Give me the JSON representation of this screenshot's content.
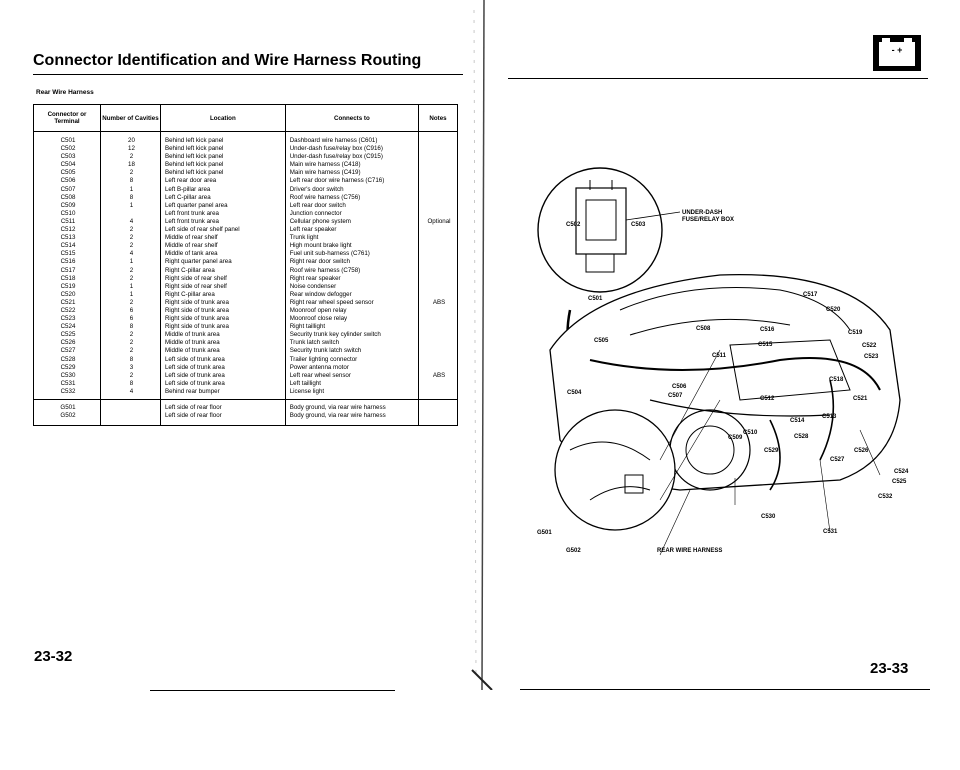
{
  "header": {
    "title": "Connector Identification and Wire Harness Routing",
    "subtitle": "Rear Wire Harness"
  },
  "table": {
    "headers": [
      "Connector or Terminal",
      "Number of Cavities",
      "Location",
      "Connects to",
      "Notes"
    ],
    "group1": {
      "connectors": [
        "C501",
        "C502",
        "C503",
        "C504",
        "C505",
        "C506",
        "C507",
        "C508",
        "C509",
        "C510",
        "C511",
        "C512",
        "C513",
        "C514",
        "C515",
        "C516",
        "C517",
        "C518",
        "C519",
        "C520",
        "C521",
        "C522",
        "C523",
        "C524",
        "C525",
        "C526",
        "C527",
        "C528",
        "C529",
        "C530",
        "C531",
        "C532"
      ],
      "cavities": [
        "20",
        "12",
        "2",
        "18",
        "2",
        "8",
        "1",
        "8",
        "1",
        "",
        "4",
        "2",
        "2",
        "2",
        "4",
        "1",
        "2",
        "2",
        "1",
        "1",
        "2",
        "6",
        "6",
        "8",
        "2",
        "2",
        "2",
        "8",
        "3",
        "2",
        "8",
        "4"
      ],
      "locations": [
        "Behind left kick panel",
        "Behind left kick panel",
        "Behind left kick panel",
        "Behind left kick panel",
        "Behind left kick panel",
        "Left rear door area",
        "Left B-pillar area",
        "Left C-pillar area",
        "Left quarter panel area",
        "Left front trunk area",
        "Left front trunk area",
        "Left side of rear shelf panel",
        "Middle of rear shelf",
        "Middle of rear shelf",
        "Middle of tank area",
        "Right quarter panel area",
        "Right C-pillar area",
        "Right side of rear shelf",
        "Right side of rear shelf",
        "Right C-pillar area",
        "Right side of trunk area",
        "Right side of trunk area",
        "Right side of trunk area",
        "Right side of trunk area",
        "Middle of trunk area",
        "Middle of trunk area",
        "Middle of trunk area",
        "Left side of trunk area",
        "Left side of trunk area",
        "Left side of trunk area",
        "Left side of trunk area",
        "Behind rear bumper"
      ],
      "connects": [
        "Dashboard wire harness (C601)",
        "Under-dash fuse/relay box (C916)",
        "Under-dash fuse/relay box (C915)",
        "Main wire harness (C418)",
        "Main wire harness (C419)",
        "Left rear door wire harness (C716)",
        "Driver's door switch",
        "Roof wire harness (C756)",
        "Left rear door switch",
        "Junction connector",
        "Cellular phone system",
        "Left rear speaker",
        "Trunk light",
        "High mount brake light",
        "Fuel unit sub-harness (C761)",
        "Right rear door switch",
        "Roof wire harness (C758)",
        "Right rear speaker",
        "Noise condenser",
        "Rear window defogger",
        "Right rear wheel speed sensor",
        "Moonroof open relay",
        "Moonroof close relay",
        "Right taillight",
        "Security trunk key cylinder switch",
        "Trunk latch switch",
        "Security trunk latch switch",
        "Trailer lighting connector",
        "Power antenna motor",
        "Left rear wheel sensor",
        "Left taillight",
        "License light"
      ],
      "notes": [
        "",
        "",
        "",
        "",
        "",
        "",
        "",
        "",
        "",
        "",
        "Optional",
        "",
        "",
        "",
        "",
        "",
        "",
        "",
        "",
        "",
        "ABS",
        "",
        "",
        "",
        "",
        "",
        "",
        "",
        "",
        "ABS",
        "",
        ""
      ]
    },
    "group2": {
      "connectors": [
        "G501",
        "G502"
      ],
      "cavities": [
        "",
        ""
      ],
      "locations": [
        "Left side of rear floor",
        "Left side of rear floor"
      ],
      "connects": [
        "Body ground, via rear wire harness",
        "Body ground, via rear wire harness"
      ],
      "notes": [
        "",
        ""
      ]
    }
  },
  "page_numbers": {
    "left": "23-32",
    "right": "23-33"
  },
  "diagram": {
    "fuse_box_label": [
      "UNDER-DASH",
      "FUSE/RELAY BOX"
    ],
    "harness_label": "REAR WIRE HARNESS",
    "labels": {
      "c501": "C501",
      "c502": "C502",
      "c503": "C503",
      "c504": "C504",
      "c505": "C505",
      "c506": "C506",
      "c507": "C507",
      "c508": "C508",
      "c509": "C509",
      "c510": "C510",
      "c511": "C511",
      "c512": "C512",
      "c513": "C513",
      "c514": "C514",
      "c515": "C515",
      "c516": "C516",
      "c517": "C517",
      "c518": "C518",
      "c519": "C519",
      "c520": "C520",
      "c521": "C521",
      "c522": "C522",
      "c523": "C523",
      "c524": "C524",
      "c525": "C525",
      "c526": "C526",
      "c527": "C527",
      "c528": "C528",
      "c529": "C529",
      "c530": "C530",
      "c531": "C531",
      "c532": "C532",
      "g501": "G501",
      "g502": "G502"
    }
  },
  "battery_icon": {
    "symbols": "- +"
  }
}
